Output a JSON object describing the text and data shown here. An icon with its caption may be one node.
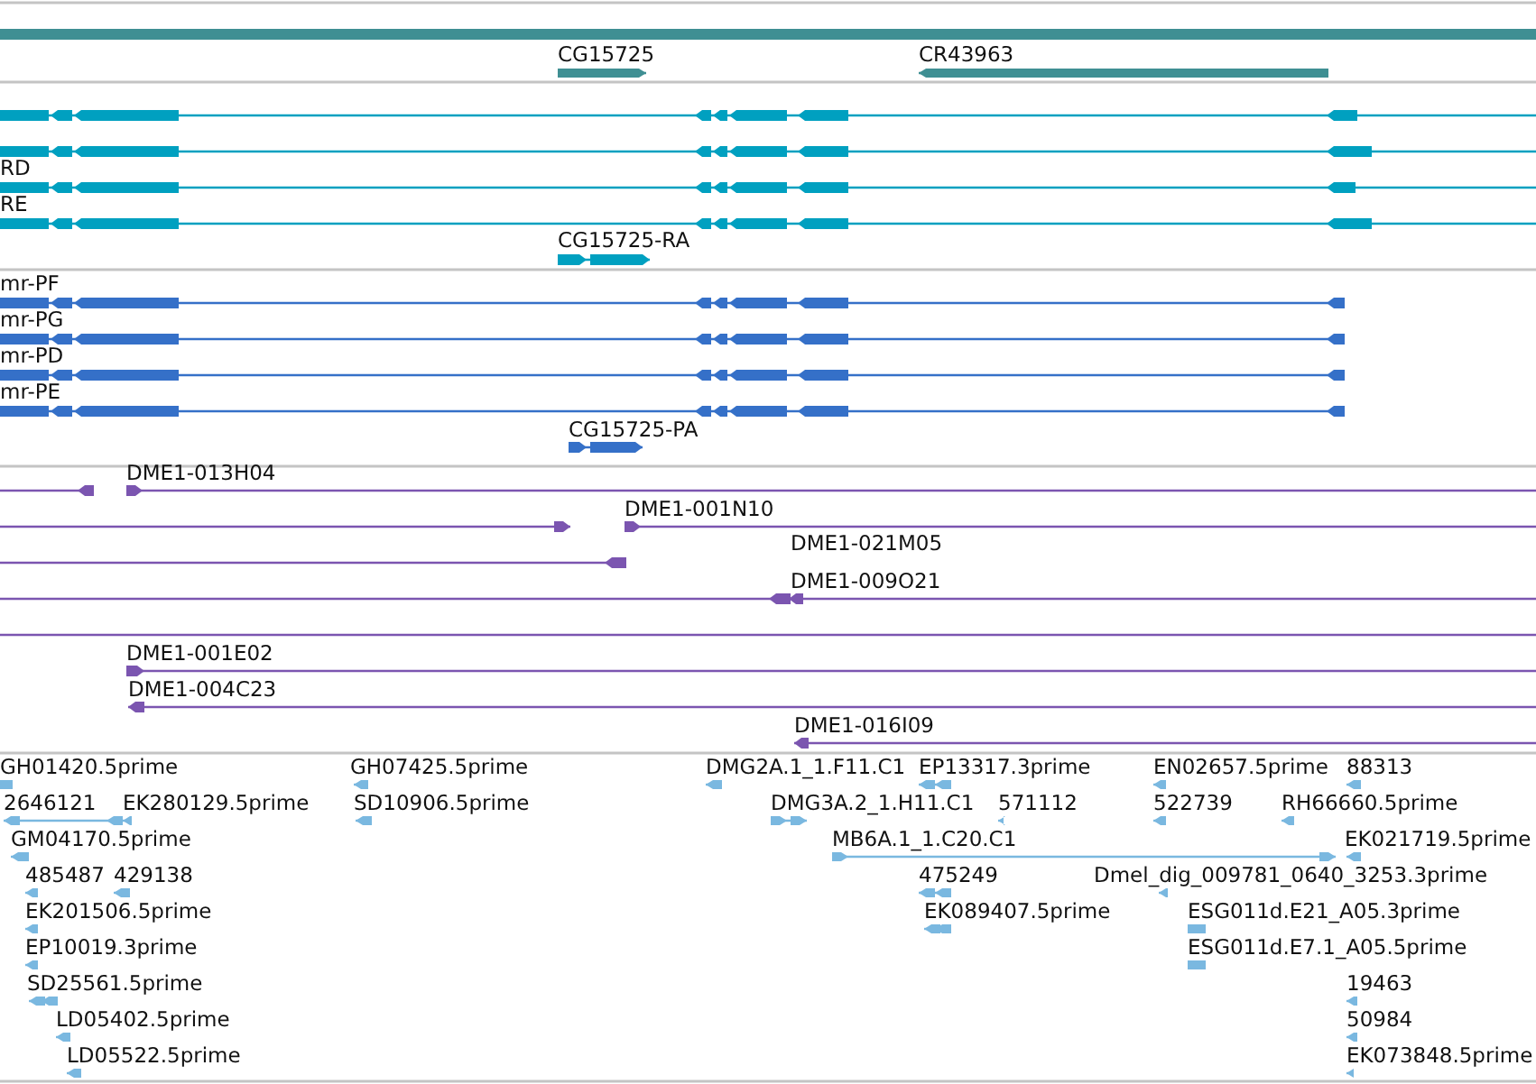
{
  "diagram": {
    "labels": [
      "CG15725",
      "CR43963",
      "RD",
      "RE",
      "CG15725-RA",
      "mr-PF",
      "mr-PG",
      "mr-PD",
      "mr-PE",
      "CG15725-PA",
      "DME1-013H04",
      "DME1-001N10",
      "DME1-021M05",
      "DME1-009O21",
      "DME1-001E02",
      "DME1-004C23",
      "DME1-016I09",
      "GH01420.5prime",
      "GH07425.5prime",
      "DMG2A.1_1.F11.C1",
      "EP13317.3prime",
      "EN02657.5prime",
      "88313",
      "2646121",
      "EK280129.5prime",
      "SD10906.5prime",
      "DMG3A.2_1.H11.C1",
      "571112",
      "522739",
      "RH66660.5prime",
      "GM04170.5prime",
      "MB6A.1_1.C20.C1",
      "EK021719.5prime",
      "485487",
      "429138",
      "475249",
      "Dmel_dig_009781_0640_3253.3prime",
      "EK201506.5prime",
      "EK089407.5prime",
      "ESG011d.E21_A05.3prime",
      "EP10019.3prime",
      "ESG011d.E7.1_A05.5prime",
      "SD25561.5prime",
      "19463",
      "LD05402.5prime",
      "50984",
      "LD05522.5prime",
      "EK073848.5prime"
    ]
  }
}
